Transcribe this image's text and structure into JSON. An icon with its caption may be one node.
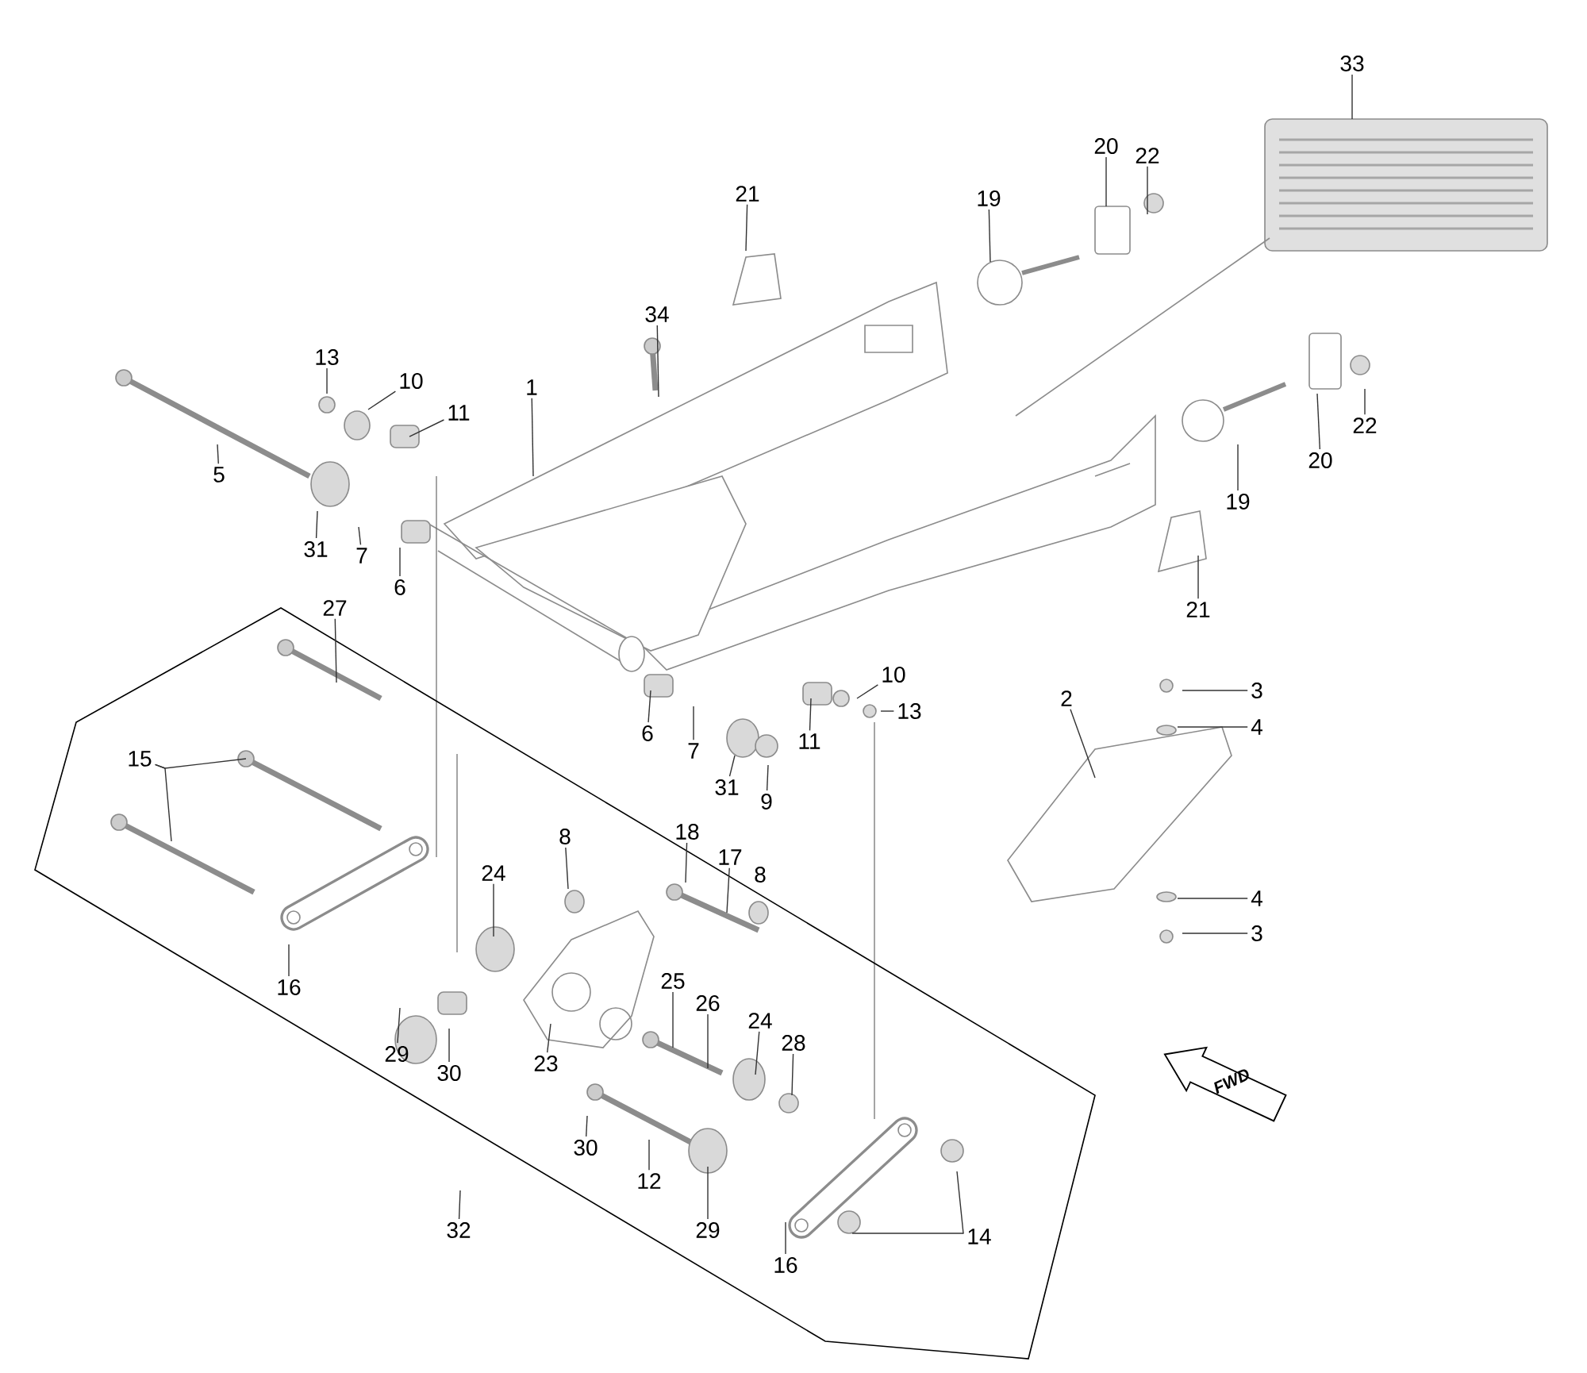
{
  "diagram": {
    "nodes": [
      {
        "text": [
          "33"
        ]
      },
      {
        "text": [
          "20"
        ]
      },
      {
        "text": [
          "22"
        ]
      },
      {
        "text": [
          "21"
        ]
      },
      {
        "text": [
          "19"
        ]
      },
      {
        "text": [
          "34"
        ]
      },
      {
        "text": [
          "13"
        ]
      },
      {
        "text": [
          "10"
        ]
      },
      {
        "text": [
          "1"
        ]
      },
      {
        "text": [
          "11"
        ]
      },
      {
        "text": [
          "22"
        ]
      },
      {
        "text": [
          "20"
        ]
      },
      {
        "text": [
          "5"
        ]
      },
      {
        "text": [
          "19"
        ]
      },
      {
        "text": [
          "31"
        ]
      },
      {
        "text": [
          "7"
        ]
      },
      {
        "text": [
          "6"
        ]
      },
      {
        "text": [
          "27"
        ]
      },
      {
        "text": [
          "21"
        ]
      },
      {
        "text": [
          "10"
        ]
      },
      {
        "text": [
          "3"
        ]
      },
      {
        "text": [
          "2"
        ]
      },
      {
        "text": [
          "13"
        ]
      },
      {
        "text": [
          "4"
        ]
      },
      {
        "text": [
          "6"
        ]
      },
      {
        "text": [
          "11"
        ]
      },
      {
        "text": [
          "7"
        ]
      },
      {
        "text": [
          "31"
        ]
      },
      {
        "text": [
          "9"
        ]
      },
      {
        "text": [
          "15"
        ]
      },
      {
        "text": [
          "18"
        ]
      },
      {
        "text": [
          "8"
        ]
      },
      {
        "text": [
          "17"
        ]
      },
      {
        "text": [
          "24"
        ]
      },
      {
        "text": [
          "8"
        ]
      },
      {
        "text": [
          "4"
        ]
      },
      {
        "text": [
          "3"
        ]
      },
      {
        "text": [
          "25"
        ]
      },
      {
        "text": [
          "16"
        ]
      },
      {
        "text": [
          "26"
        ]
      },
      {
        "text": [
          "24"
        ]
      },
      {
        "text": [
          "28"
        ]
      },
      {
        "text": [
          "29"
        ]
      },
      {
        "text": [
          "23"
        ]
      },
      {
        "text": [
          "30"
        ]
      },
      {
        "text": [
          "30"
        ]
      },
      {
        "text": [
          "12"
        ]
      },
      {
        "text": [
          "29"
        ]
      },
      {
        "text": [
          "32"
        ]
      },
      {
        "text": [
          "14"
        ]
      },
      {
        "text": [
          "16"
        ]
      }
    ],
    "edges": [
      {
        "from": 0,
        "to": null,
        "arrow": "none"
      },
      {
        "from": 1,
        "to": null,
        "arrow": "none"
      },
      {
        "from": 2,
        "to": null,
        "arrow": "none"
      },
      {
        "from": 3,
        "to": null,
        "arrow": "none"
      },
      {
        "from": 4,
        "to": null,
        "arrow": "none"
      },
      {
        "from": 5,
        "to": null,
        "arrow": "none"
      },
      {
        "from": 6,
        "to": null,
        "arrow": "none"
      },
      {
        "from": 7,
        "to": null,
        "arrow": "none"
      },
      {
        "from": 8,
        "to": null,
        "arrow": "none"
      },
      {
        "from": 9,
        "to": null,
        "arrow": "none"
      },
      {
        "from": 10,
        "to": null,
        "arrow": "none"
      },
      {
        "from": 11,
        "to": null,
        "arrow": "none"
      },
      {
        "from": 12,
        "to": null,
        "arrow": "none"
      },
      {
        "from": 13,
        "to": null,
        "arrow": "none"
      },
      {
        "from": 14,
        "to": null,
        "arrow": "none"
      },
      {
        "from": 15,
        "to": null,
        "arrow": "none"
      },
      {
        "from": 16,
        "to": null,
        "arrow": "none"
      },
      {
        "from": 17,
        "to": null,
        "arrow": "none"
      },
      {
        "from": 18,
        "to": null,
        "arrow": "none"
      },
      {
        "from": 19,
        "to": null,
        "arrow": "none"
      },
      {
        "from": 20,
        "to": null,
        "arrow": "none"
      },
      {
        "from": 21,
        "to": null,
        "arrow": "none"
      },
      {
        "from": 22,
        "to": null,
        "arrow": "none"
      },
      {
        "from": 23,
        "to": null,
        "arrow": "none"
      },
      {
        "from": 24,
        "to": null,
        "arrow": "none"
      },
      {
        "from": 25,
        "to": null,
        "arrow": "none"
      },
      {
        "from": 26,
        "to": null,
        "arrow": "none"
      },
      {
        "from": 27,
        "to": null,
        "arrow": "none"
      },
      {
        "from": 28,
        "to": null,
        "arrow": "none"
      },
      {
        "from": 29,
        "to": null,
        "arrow": "none"
      },
      {
        "from": 29,
        "to": null,
        "arrow": "none"
      },
      {
        "from": 30,
        "to": null,
        "arrow": "none"
      },
      {
        "from": 31,
        "to": null,
        "arrow": "none"
      },
      {
        "from": 32,
        "to": null,
        "arrow": "none"
      },
      {
        "from": 33,
        "to": null,
        "arrow": "none"
      },
      {
        "from": 35,
        "to": null,
        "arrow": "none"
      },
      {
        "from": 36,
        "to": null,
        "arrow": "none"
      },
      {
        "from": 37,
        "to": null,
        "arrow": "none"
      },
      {
        "from": 38,
        "to": null,
        "arrow": "none"
      },
      {
        "from": 39,
        "to": null,
        "arrow": "none"
      },
      {
        "from": 40,
        "to": null,
        "arrow": "none"
      },
      {
        "from": 41,
        "to": null,
        "arrow": "none"
      },
      {
        "from": 42,
        "to": null,
        "arrow": "none"
      },
      {
        "from": 43,
        "to": null,
        "arrow": "none"
      },
      {
        "from": 44,
        "to": null,
        "arrow": "none"
      },
      {
        "from": 45,
        "to": null,
        "arrow": "none"
      },
      {
        "from": 46,
        "to": null,
        "arrow": "none"
      },
      {
        "from": 47,
        "to": null,
        "arrow": "none"
      },
      {
        "from": 48,
        "to": null,
        "arrow": "none"
      },
      {
        "from": 49,
        "to": null,
        "arrow": "none"
      },
      {
        "from": 49,
        "to": null,
        "arrow": "none"
      },
      {
        "from": 50,
        "to": null,
        "arrow": "none"
      }
    ],
    "labels": [
      "FWD"
    ]
  }
}
